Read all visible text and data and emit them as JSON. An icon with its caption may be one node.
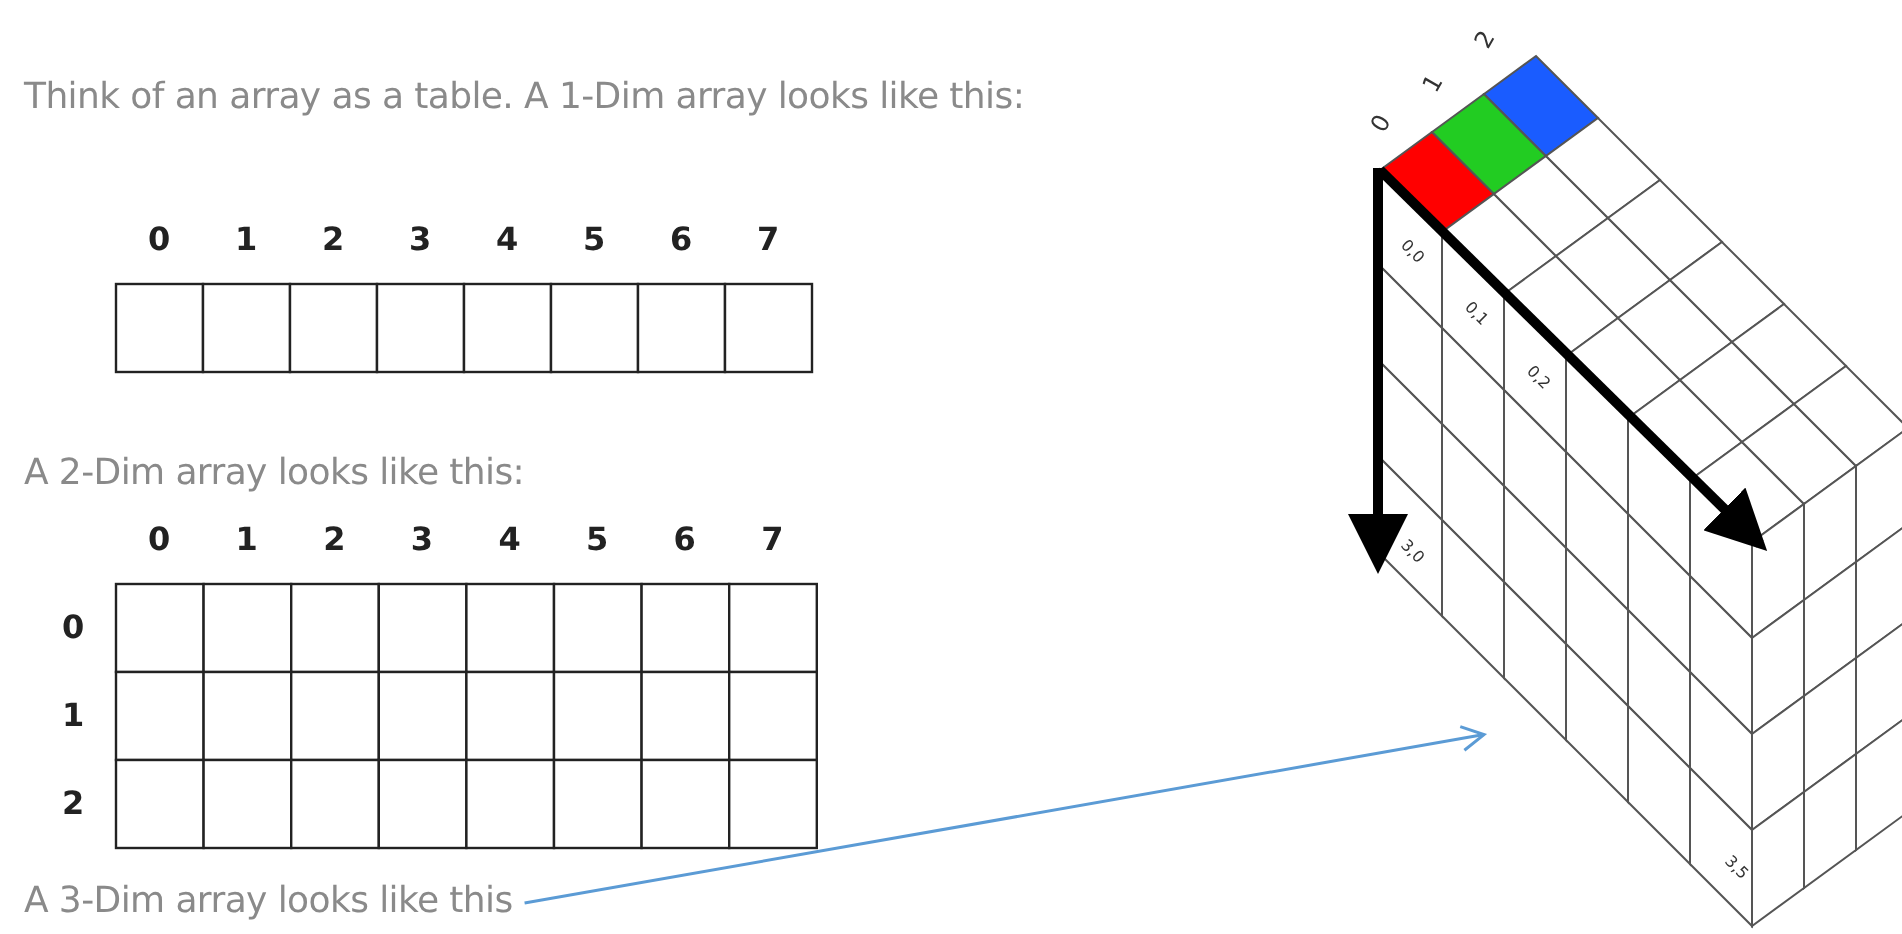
{
  "diagram": {
    "nodes": [
      {
        "text": [
          "A 3-Dim array looks like this"
        ]
      },
      {
        "text": [],
        "shape": "picture"
      }
    ],
    "edges": [
      {
        "from": 0,
        "to": 1,
        "arrow": "to"
      }
    ],
    "labels": [
      "Think of an array as a table. A 1-Dim array looks like this:",
      "0",
      "1",
      "2",
      "3",
      "4",
      "5",
      "6",
      "7",
      "A 2-Dim array looks like this:",
      "0",
      "1",
      "2",
      "3",
      "4",
      "5",
      "6",
      "7",
      "0",
      "1",
      "2",
      "0",
      "1",
      "2",
      "0,0",
      "0,1",
      "0,2",
      "3,0",
      "3,5"
    ]
  }
}
